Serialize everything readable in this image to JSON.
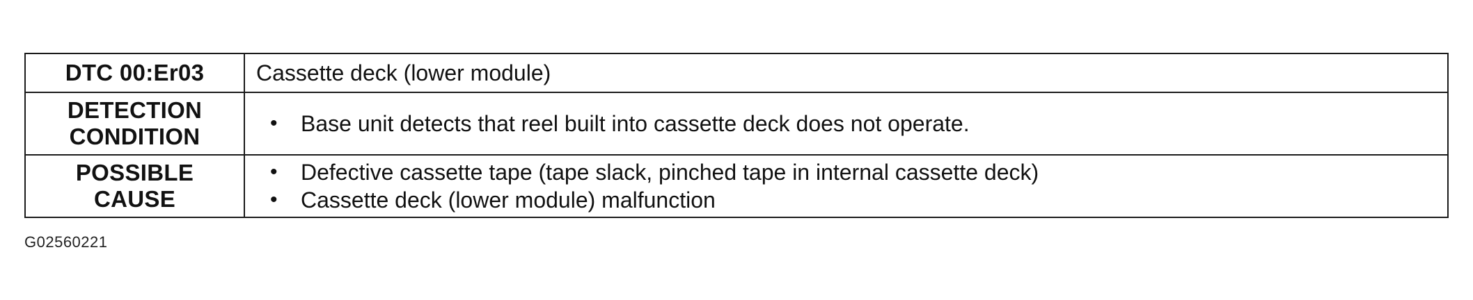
{
  "table": {
    "rows": [
      {
        "label_lines": [
          "DTC 00:Er03"
        ],
        "text": "Cassette deck (lower module)"
      },
      {
        "label_lines": [
          "DETECTION",
          "CONDITION"
        ],
        "bullets": [
          "Base unit detects that reel built into cassette deck does not operate."
        ]
      },
      {
        "label_lines": [
          "POSSIBLE",
          "CAUSE"
        ],
        "bullets": [
          "Defective cassette tape (tape slack, pinched tape in internal cassette deck)",
          "Cassette deck (lower module) malfunction"
        ]
      }
    ],
    "bullet_symbol": "•"
  },
  "figure_code": "G02560221"
}
